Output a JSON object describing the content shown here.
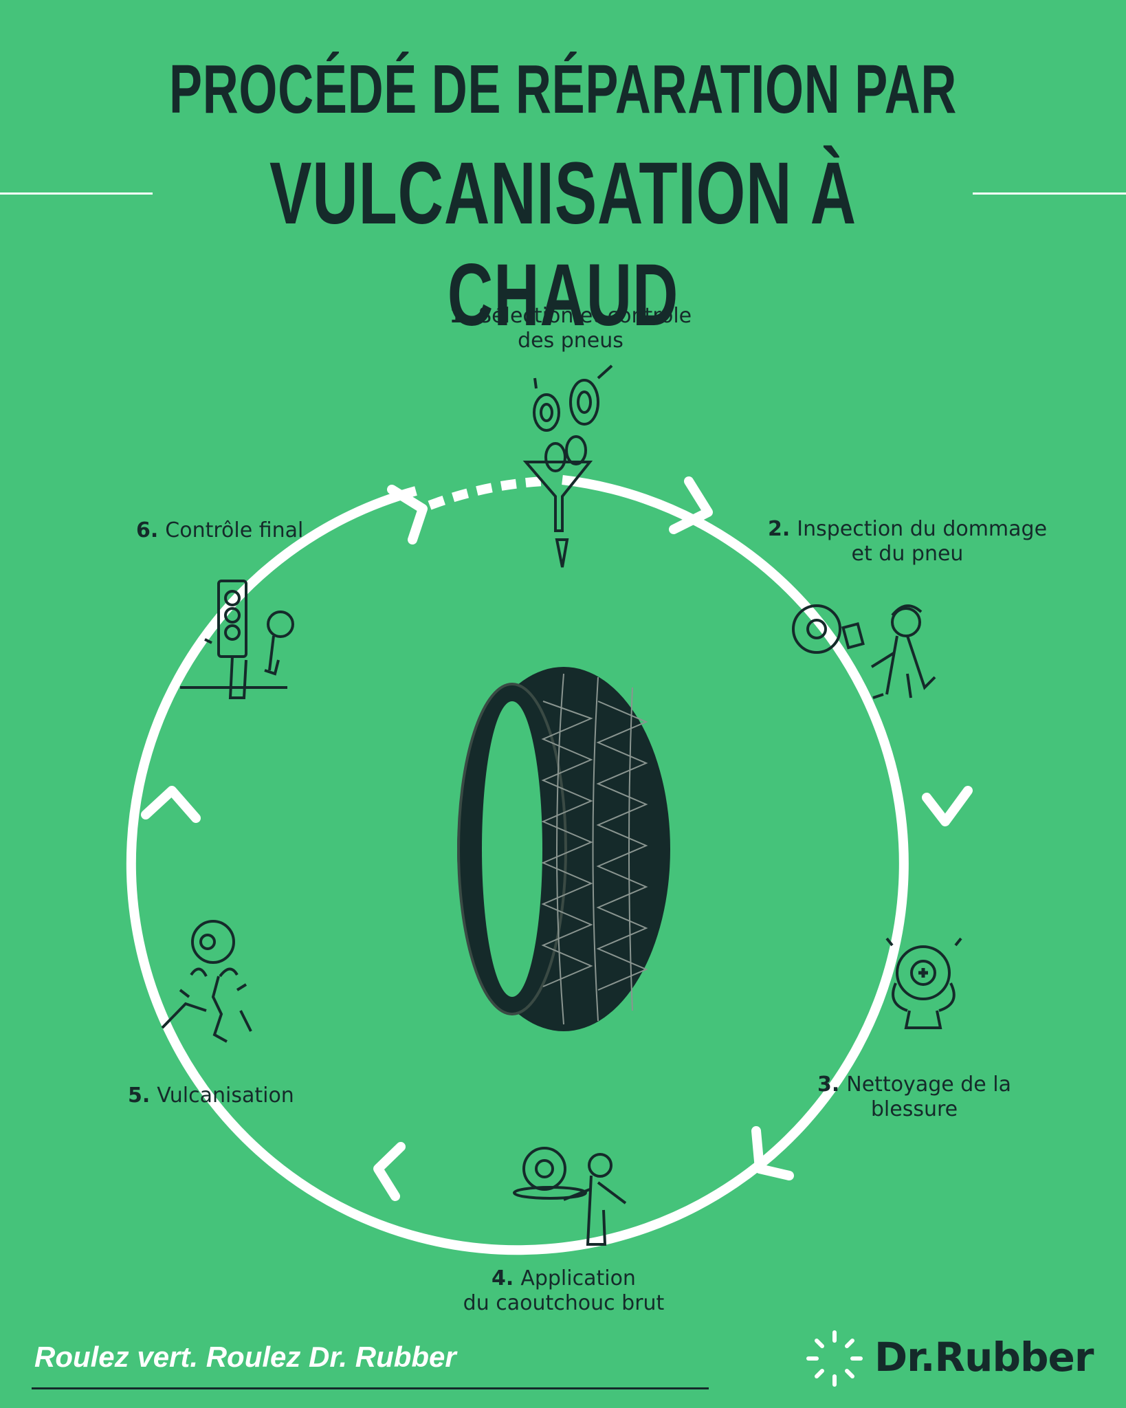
{
  "title": {
    "line1": "PROCÉDÉ DE RÉPARATION PAR",
    "line2": "VULCANISATION À CHAUD"
  },
  "steps": [
    {
      "number": "1.",
      "line1": "Sélection et contrôle",
      "line2": "des pneus",
      "icon": "tires-funnel-icon"
    },
    {
      "number": "2.",
      "line1": "Inspection du dommage",
      "line2": "et du pneu",
      "icon": "inspector-tire-icon"
    },
    {
      "number": "3.",
      "line1": "Nettoyage de la",
      "line2": "blessure",
      "icon": "medical-tire-icon"
    },
    {
      "number": "4.",
      "line1": "Application",
      "line2": "du caoutchouc brut",
      "icon": "person-applying-rubber-icon"
    },
    {
      "number": "5.",
      "line1": "Vulcanisation",
      "line2": "",
      "icon": "tire-plant-root-icon"
    },
    {
      "number": "6.",
      "line1": "Contrôle final",
      "line2": "",
      "icon": "traffic-light-magnifier-icon"
    }
  ],
  "center_image": "tire-icon",
  "footer": {
    "slogan": "Roulez vert. Roulez Dr. Rubber",
    "brand": "Dr.Rubber",
    "brand_icon": "sun-burst-logo-icon"
  },
  "colors": {
    "background": "#45c37a",
    "text": "#152a2a",
    "cycle": "#ffffff"
  }
}
